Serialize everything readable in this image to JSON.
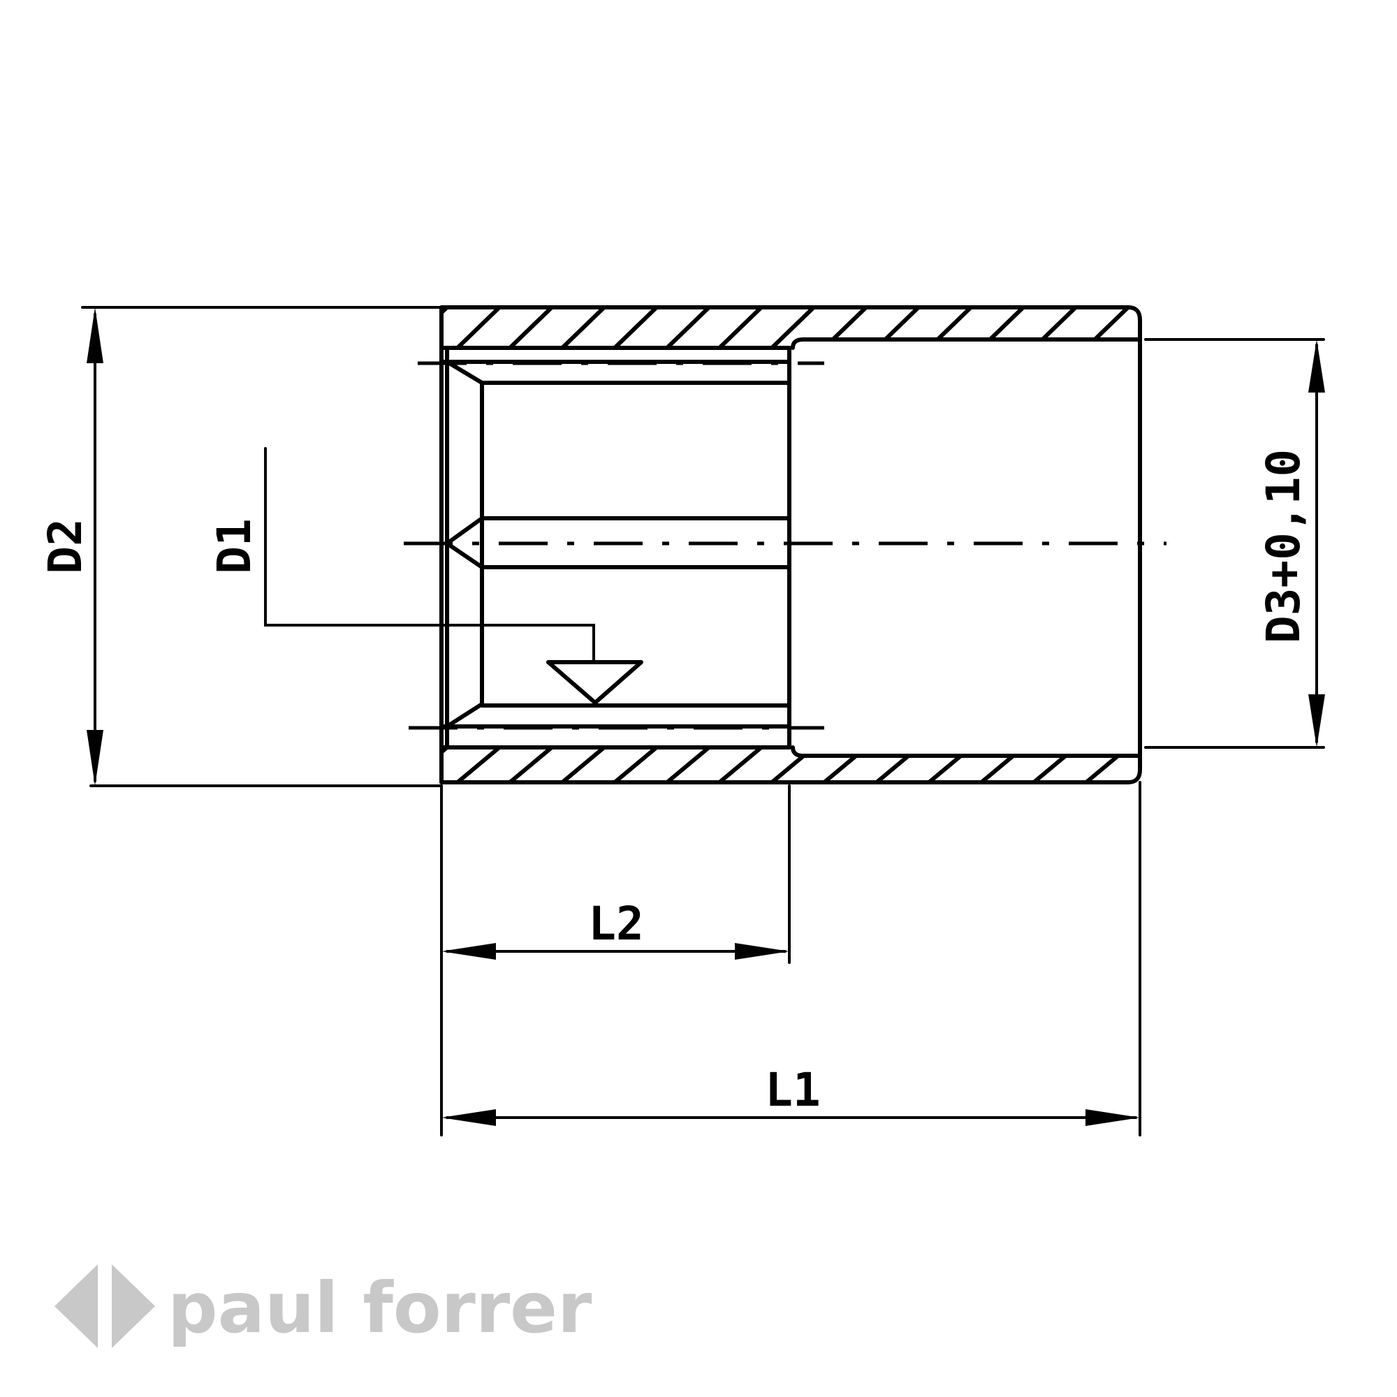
{
  "labels": {
    "d1": "D1",
    "d2": "D2",
    "d3": "D3+0,10",
    "l1": "L1",
    "l2": "L2"
  },
  "watermark": {
    "text": "paul forrer",
    "color": "#c8c8c8"
  }
}
